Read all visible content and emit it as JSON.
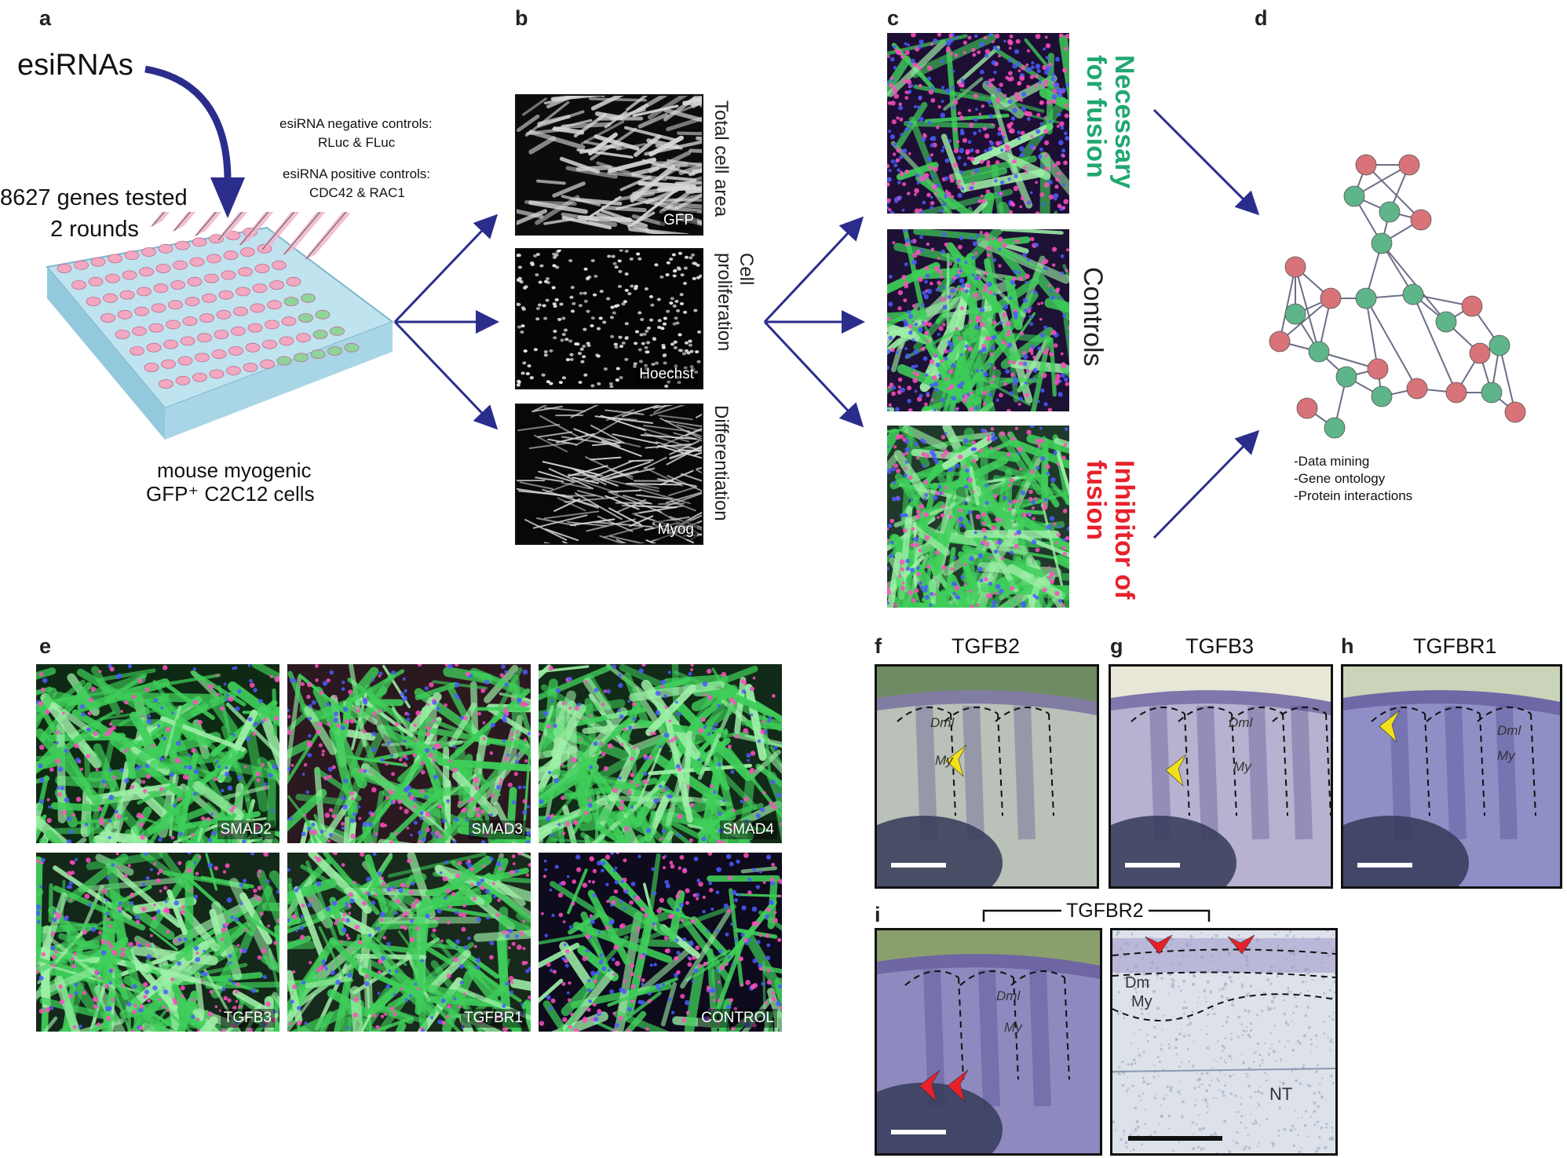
{
  "panels": {
    "a": {
      "letter": "a",
      "reagent": "esiRNAs",
      "genes_line1": "8627 genes tested",
      "genes_line2": "2 rounds",
      "neg_controls_title": "esiRNA negative controls:",
      "neg_controls": "RLuc & FLuc",
      "pos_controls_title": "esiRNA positive controls:",
      "pos_controls": "CDC42 & RAC1",
      "cells_line1": "mouse myogenic",
      "cells_line2": "GFP⁺ C2C12 cells"
    },
    "b": {
      "letter": "b",
      "images": [
        {
          "tag": "GFP",
          "readout": "Total cell area"
        },
        {
          "tag": "Hoechst",
          "readout": "Cell proliferation"
        },
        {
          "tag": "Myog",
          "readout": "Differentiation"
        }
      ]
    },
    "c": {
      "letter": "c",
      "outcomes": [
        {
          "label": "Necessary for fusion",
          "color": "#1fa870"
        },
        {
          "label": "Controls",
          "color": "#222222"
        },
        {
          "label": "Inhibitor of fusion",
          "color": "#e8202a"
        }
      ]
    },
    "d": {
      "letter": "d",
      "analyses": [
        "-Data mining",
        "-Gene ontology",
        "-Protein interactions"
      ],
      "node_colors": {
        "red": "#d9737a",
        "green": "#5fb58a"
      }
    },
    "e": {
      "letter": "e",
      "tiles": [
        "SMAD2",
        "SMAD3",
        "SMAD4",
        "TGFB3",
        "TGFBR1",
        "CONTROL"
      ]
    },
    "f": {
      "letter": "f",
      "gene": "TGFB2",
      "labels": [
        "Dml",
        "My"
      ]
    },
    "g": {
      "letter": "g",
      "gene": "TGFB3",
      "labels": [
        "Dml",
        "My"
      ]
    },
    "h": {
      "letter": "h",
      "gene": "TGFBR1",
      "labels": [
        "Dml",
        "My"
      ]
    },
    "i": {
      "letter": "i",
      "gene": "TGFBR2",
      "left_labels": [
        "Dml",
        "My"
      ],
      "right_labels": [
        "Dm",
        "My",
        "NT"
      ]
    }
  },
  "colors": {
    "arrow": "#2b2d8c",
    "gfp": "#3fcf5a",
    "nuclei_pink": "#ff4fbf",
    "nuclei_blue": "#4a5cff",
    "ish_stain": "#4a3f8f"
  }
}
